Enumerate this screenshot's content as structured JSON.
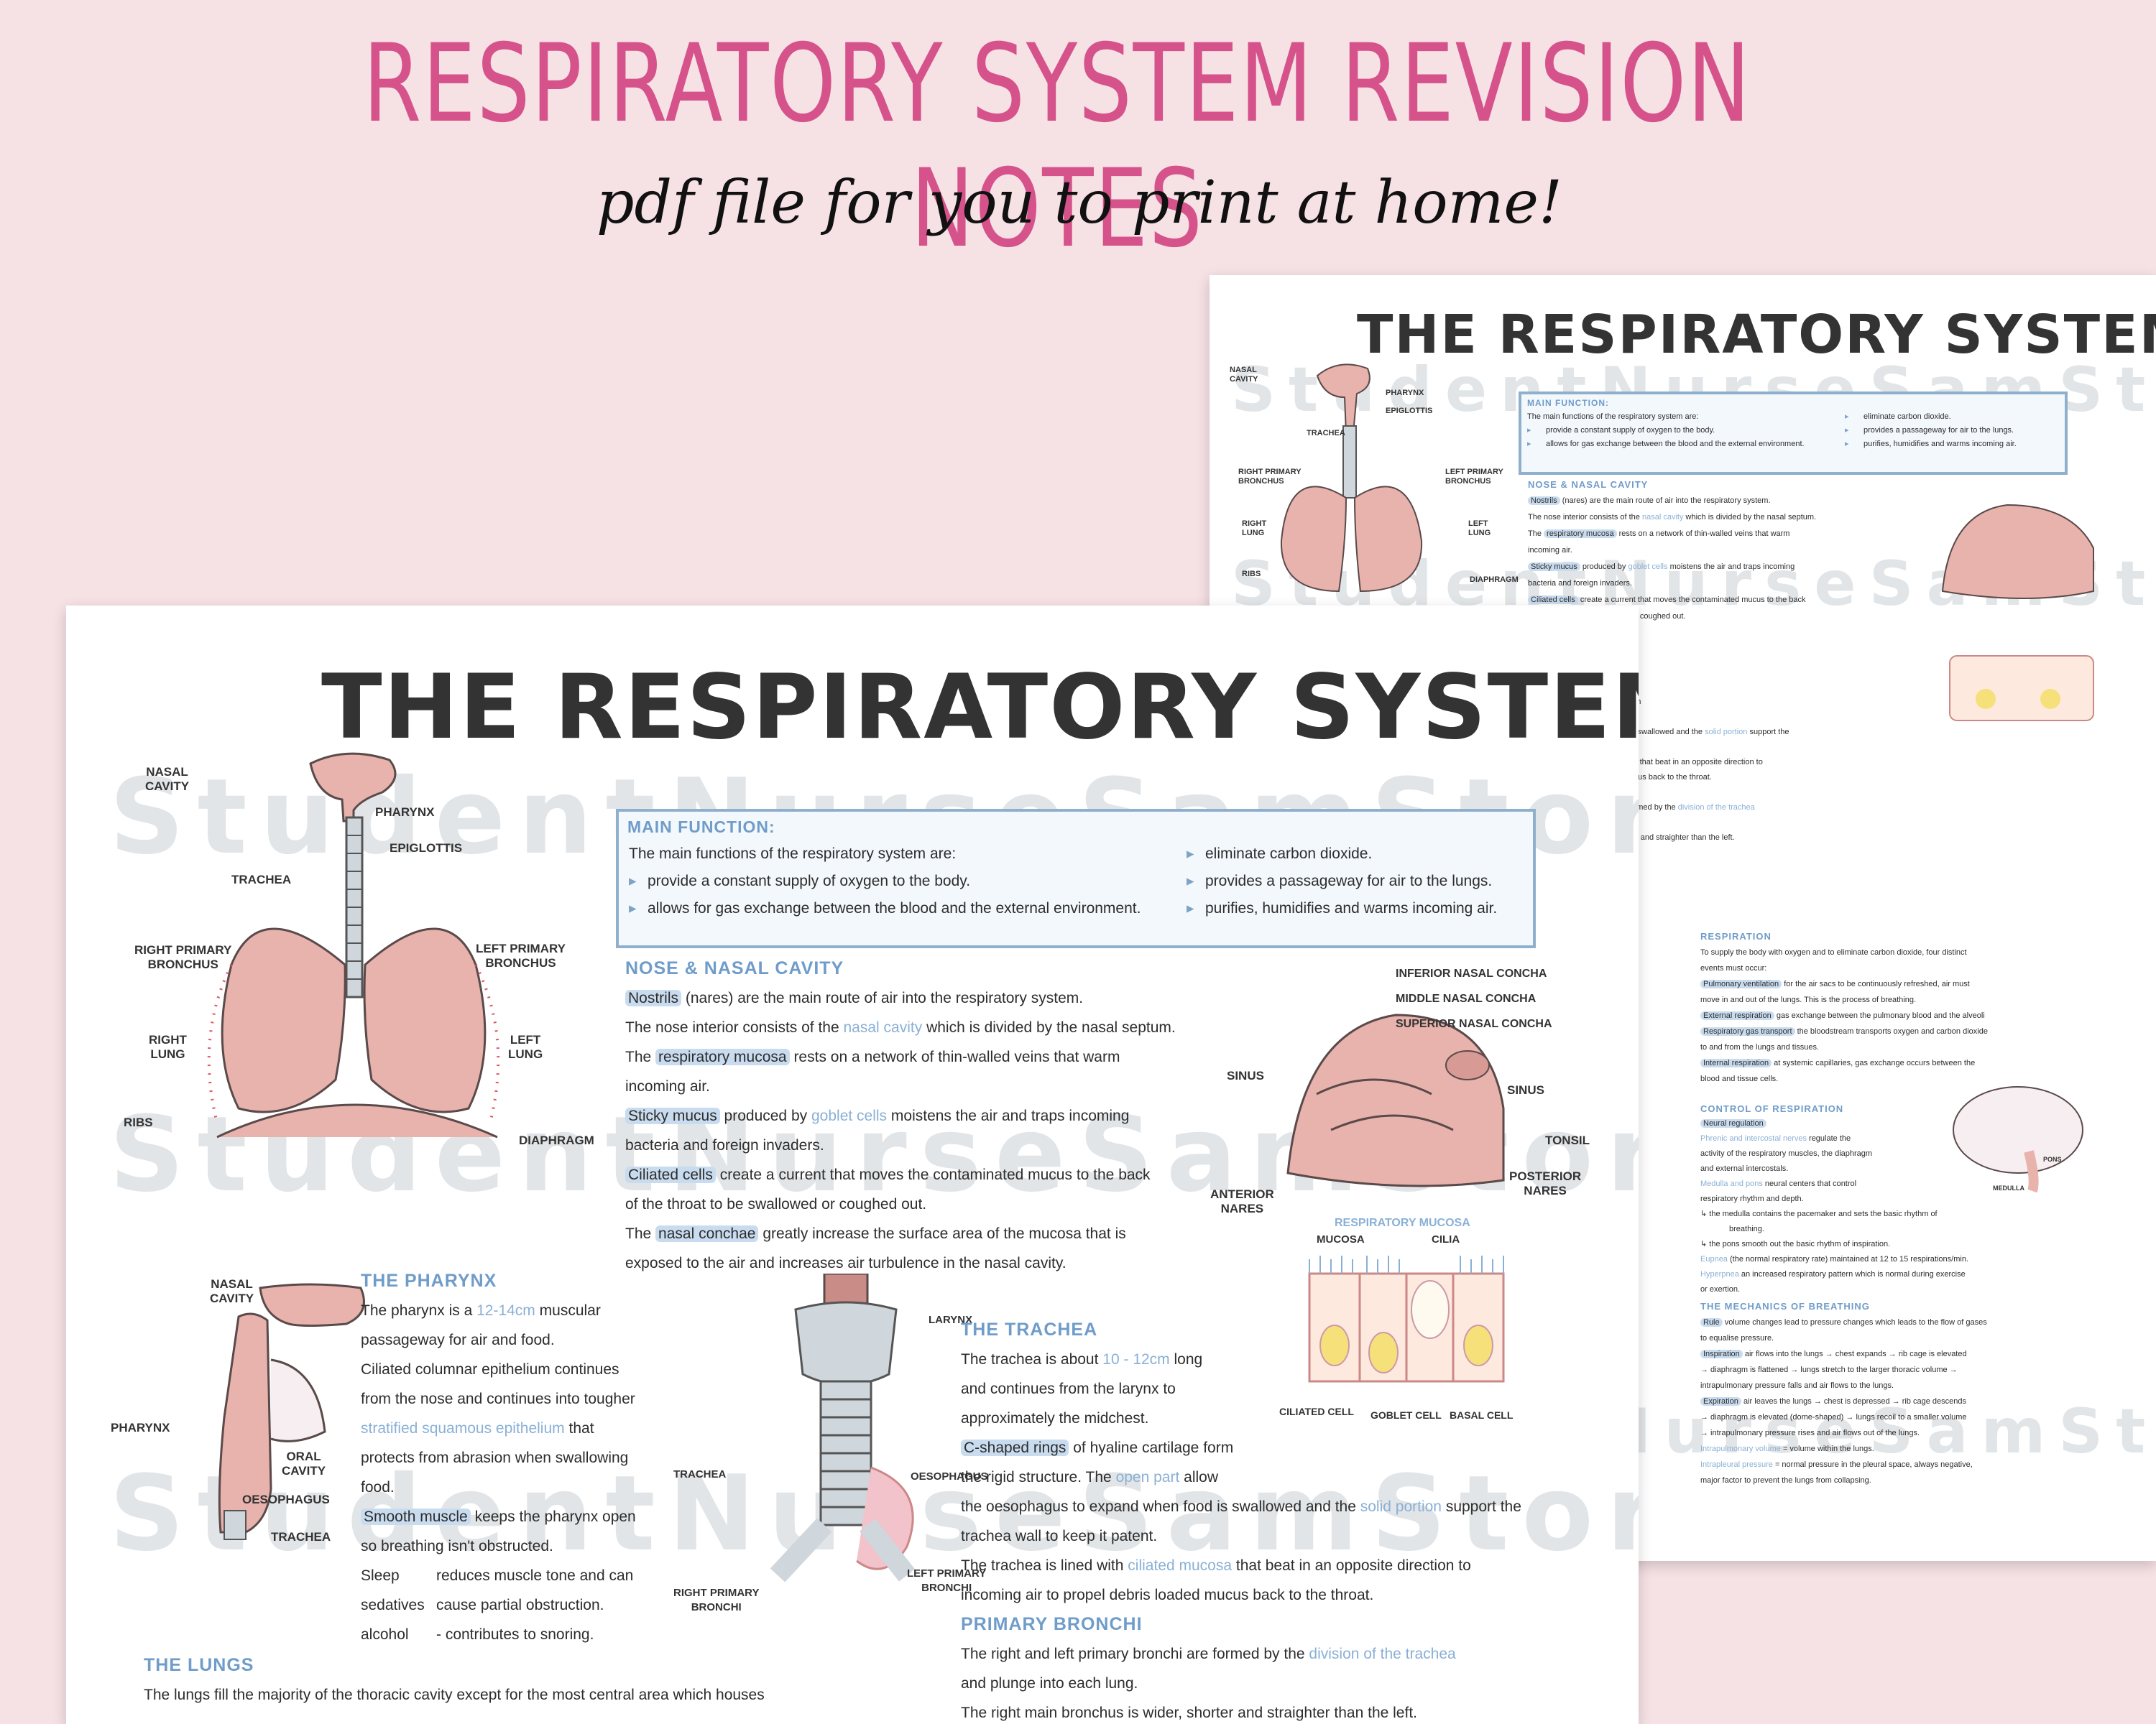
{
  "banner": {
    "title": "RESPIRATORY SYSTEM REVISION NOTES",
    "subtitle": "pdf file for you to print at home!"
  },
  "sheet": {
    "title": "THE RESPIRATORY SYSTEM",
    "watermark": "StudentNurseSamStore",
    "main_function": {
      "heading": "MAIN FUNCTION:",
      "intro": "The main functions of the respiratory system are:",
      "left": [
        "provide a constant supply of oxygen to the body.",
        "allows for gas exchange between the blood and the external environment."
      ],
      "right": [
        "eliminate carbon dioxide.",
        "provides a passageway for air to the lungs.",
        "purifies, humidifies and warms incoming air."
      ]
    },
    "nose": {
      "heading": "NOSE & NASAL CAVITY",
      "l1_hl": "Nostrils",
      "l1": "(nares) are the main route of air into the respiratory system.",
      "l2a": "The nose interior consists of the",
      "l2_blue": "nasal cavity",
      "l2b": "which is divided by the nasal septum.",
      "l3a": "The",
      "l3_hl": "respiratory mucosa",
      "l3b": "rests on a network of thin-walled veins that warm",
      "l4": "incoming air.",
      "l5_hl": "Sticky mucus",
      "l5a": "produced by",
      "l5_blue": "goblet cells",
      "l5b": "moistens the air and traps incoming",
      "l6": "bacteria and foreign invaders.",
      "l7_hl": "Ciliated cells",
      "l7": "create a current that moves the contaminated mucus to the back",
      "l8": "of the throat to be swallowed or coughed out.",
      "l9a": "The",
      "l9_hl": "nasal conchae",
      "l9b": "greatly increase the surface area of the mucosa that is",
      "l10": "exposed to the air and increases air turbulence in the nasal cavity."
    },
    "pharynx": {
      "heading": "THE PHARYNX",
      "l1a": "The pharynx is a",
      "l1_blue": "12-14cm",
      "l1b": "muscular",
      "l2": "passageway for air and food.",
      "l3": "Ciliated columnar epithelium continues",
      "l4": "from the nose and continues into tougher",
      "l5_blue": "stratified squamous epithelium",
      "l5": "that",
      "l6": "protects from abrasion when swallowing",
      "l7": "food.",
      "l8_hl": "Smooth muscle",
      "l8": "keeps the pharynx open",
      "l9": "so breathing isn't obstructed.",
      "l10a": "Sleep",
      "l10b": "reduces muscle tone and can",
      "l11a": "sedatives",
      "l11b": "cause partial obstruction.",
      "l12a": "alcohol",
      "l12b": "- contributes to snoring."
    },
    "trachea": {
      "heading": "THE TRACHEA",
      "l1a": "The trachea is about",
      "l1_blue": "10 - 12cm",
      "l1b": "long",
      "l2": "and continues from the larynx to",
      "l3": "approximately the midchest.",
      "l4_hl": "C-shaped rings",
      "l4": "of hyaline cartilage form",
      "l5a": "the rigid structure. The",
      "l5_blue": "open part",
      "l5b": "allow",
      "l6a": "the oesophagus to expand when food is swallowed and the",
      "l6_blue": "solid portion",
      "l6b": "support the",
      "l7": "trachea wall to keep it patent.",
      "l8a": "The trachea is lined with",
      "l8_blue": "ciliated mucosa",
      "l8b": "that beat in an opposite direction to",
      "l9": "incoming air to propel debris loaded mucus back to the throat."
    },
    "bronchi": {
      "heading": "PRIMARY BRONCHI",
      "l1a": "The right and left primary bronchi are formed by the",
      "l1_blue": "division of the trachea",
      "l2": "and plunge into each lung.",
      "l3": "The right main bronchus is wider, shorter and straighter than the left."
    },
    "lungs": {
      "heading": "THE LUNGS",
      "l1": "The lungs fill the majority of the thoracic cavity except for the most central area which houses"
    },
    "respiration": {
      "heading": "RESPIRATION",
      "l1": "To supply the body with oxygen and to eliminate carbon dioxide, four distinct",
      "l2": "events must occur:",
      "l3_hl": "Pulmonary ventilation",
      "l3": "for the air sacs to be continuously refreshed, air must",
      "l4": "move in and out of the lungs. This is the process of breathing.",
      "l5_hl": "External respiration",
      "l5": "gas exchange between the pulmonary blood and the alveoli",
      "l6_hl": "Respiratory gas transport",
      "l6": "the bloodstream transports oxygen and carbon dioxide",
      "l7": "to and from the lungs and tissues.",
      "l8_hl": "Internal respiration",
      "l8": "at systemic capillaries, gas exchange occurs between the",
      "l9": "blood and tissue cells."
    },
    "control": {
      "heading": "CONTROL OF RESPIRATION",
      "l1_hl": "Neural regulation",
      "l2_blue": "Phrenic and intercostal nerves",
      "l2": "regulate the",
      "l3": "activity of the respiratory muscles, the diaphragm",
      "l4": "and external intercostals.",
      "l5_blue": "Medulla and pons",
      "l5": "neural centers that control",
      "l6": "respiratory rhythm and depth.",
      "l7": "↳ the medulla contains the pacemaker and sets the basic rhythm of",
      "l8": "breathing.",
      "l9": "↳ the pons smooth out the basic rhythm of inspiration.",
      "l10_blue": "Eupnea",
      "l10": "(the normal respiratory rate) maintained at 12 to 15 respirations/min.",
      "l11_blue": "Hyperpnea",
      "l11": "an increased respiratory pattern which is normal during exercise",
      "l12": "or exertion."
    },
    "mechanics": {
      "heading": "THE MECHANICS OF BREATHING",
      "l1_hl": "Rule",
      "l1": "volume changes lead to pressure changes which leads to the flow of gases",
      "l2": "to equalise pressure.",
      "l3_hl": "Inspiration",
      "l3": "air flows into the lungs → chest expands → rib cage is elevated",
      "l4": "→ diaphragm is flattened → lungs stretch to the larger thoracic volume →",
      "l5": "intrapulmonary pressure falls and air flows to the lungs.",
      "l6_hl": "Expiration",
      "l6": "air leaves the lungs → chest is depressed → rib cage descends",
      "l7": "→ diaphragm is elevated (dome-shaped) → lungs recoil to a smaller volume",
      "l8": "→ intrapulmonary pressure rises and air flows out of the lungs.",
      "l9_blue": "Intrapulmonary volume",
      "l9": "= volume within the lungs.",
      "l10_blue": "Intrapleural pressure",
      "l10": "= normal pressure in the pleural space, always negative,",
      "l11": "major factor to prevent the lungs from collapsing."
    },
    "labels": {
      "nasal_cavity": "NASAL\nCAVITY",
      "pharynx": "PHARYNX",
      "epiglottis": "EPIGLOTTIS",
      "trachea": "TRACHEA",
      "right_primary_bronchus": "RIGHT PRIMARY\nBRONCHUS",
      "left_primary_bronchus": "LEFT PRIMARY\nBRONCHUS",
      "right_lung": "RIGHT\nLUNG",
      "left_lung": "LEFT\nLUNG",
      "ribs": "RIBS",
      "diaphragm": "DIAPHRAGM",
      "oral_cavity": "ORAL\nCAVITY",
      "oesophagus": "OESOPHAGUS",
      "larynx": "LARYNX",
      "right_primary_bronchi": "RIGHT PRIMARY\nBRONCHI",
      "left_primary_bronchi": "LEFT PRIMARY\nBRONCHI",
      "inferior_nasal_concha": "INFERIOR NASAL CONCHA",
      "middle_nasal_concha": "MIDDLE NASAL CONCHA",
      "superior_nasal_concha": "SUPERIOR NASAL CONCHA",
      "sinus": "SINUS",
      "sinus2": "SINUS",
      "tonsil": "TONSIL",
      "posterior_nares": "POSTERIOR\nNARES",
      "anterior_nares": "ANTERIOR\nNARES",
      "respiratory_mucosa": "RESPIRATORY MUCOSA",
      "mucosa": "MUCOSA",
      "cilia": "CILIA",
      "ciliated_cell": "CILIATED CELL",
      "goblet_cell": "GOBLET CELL",
      "basal_cell": "BASAL CELL",
      "medulla": "MEDULLA",
      "pons": "PONS"
    }
  },
  "colors": {
    "banner_pink": "#d5538a",
    "accent_blue": "#6f9cc9",
    "tissue_pink": "#e8b2ad"
  }
}
